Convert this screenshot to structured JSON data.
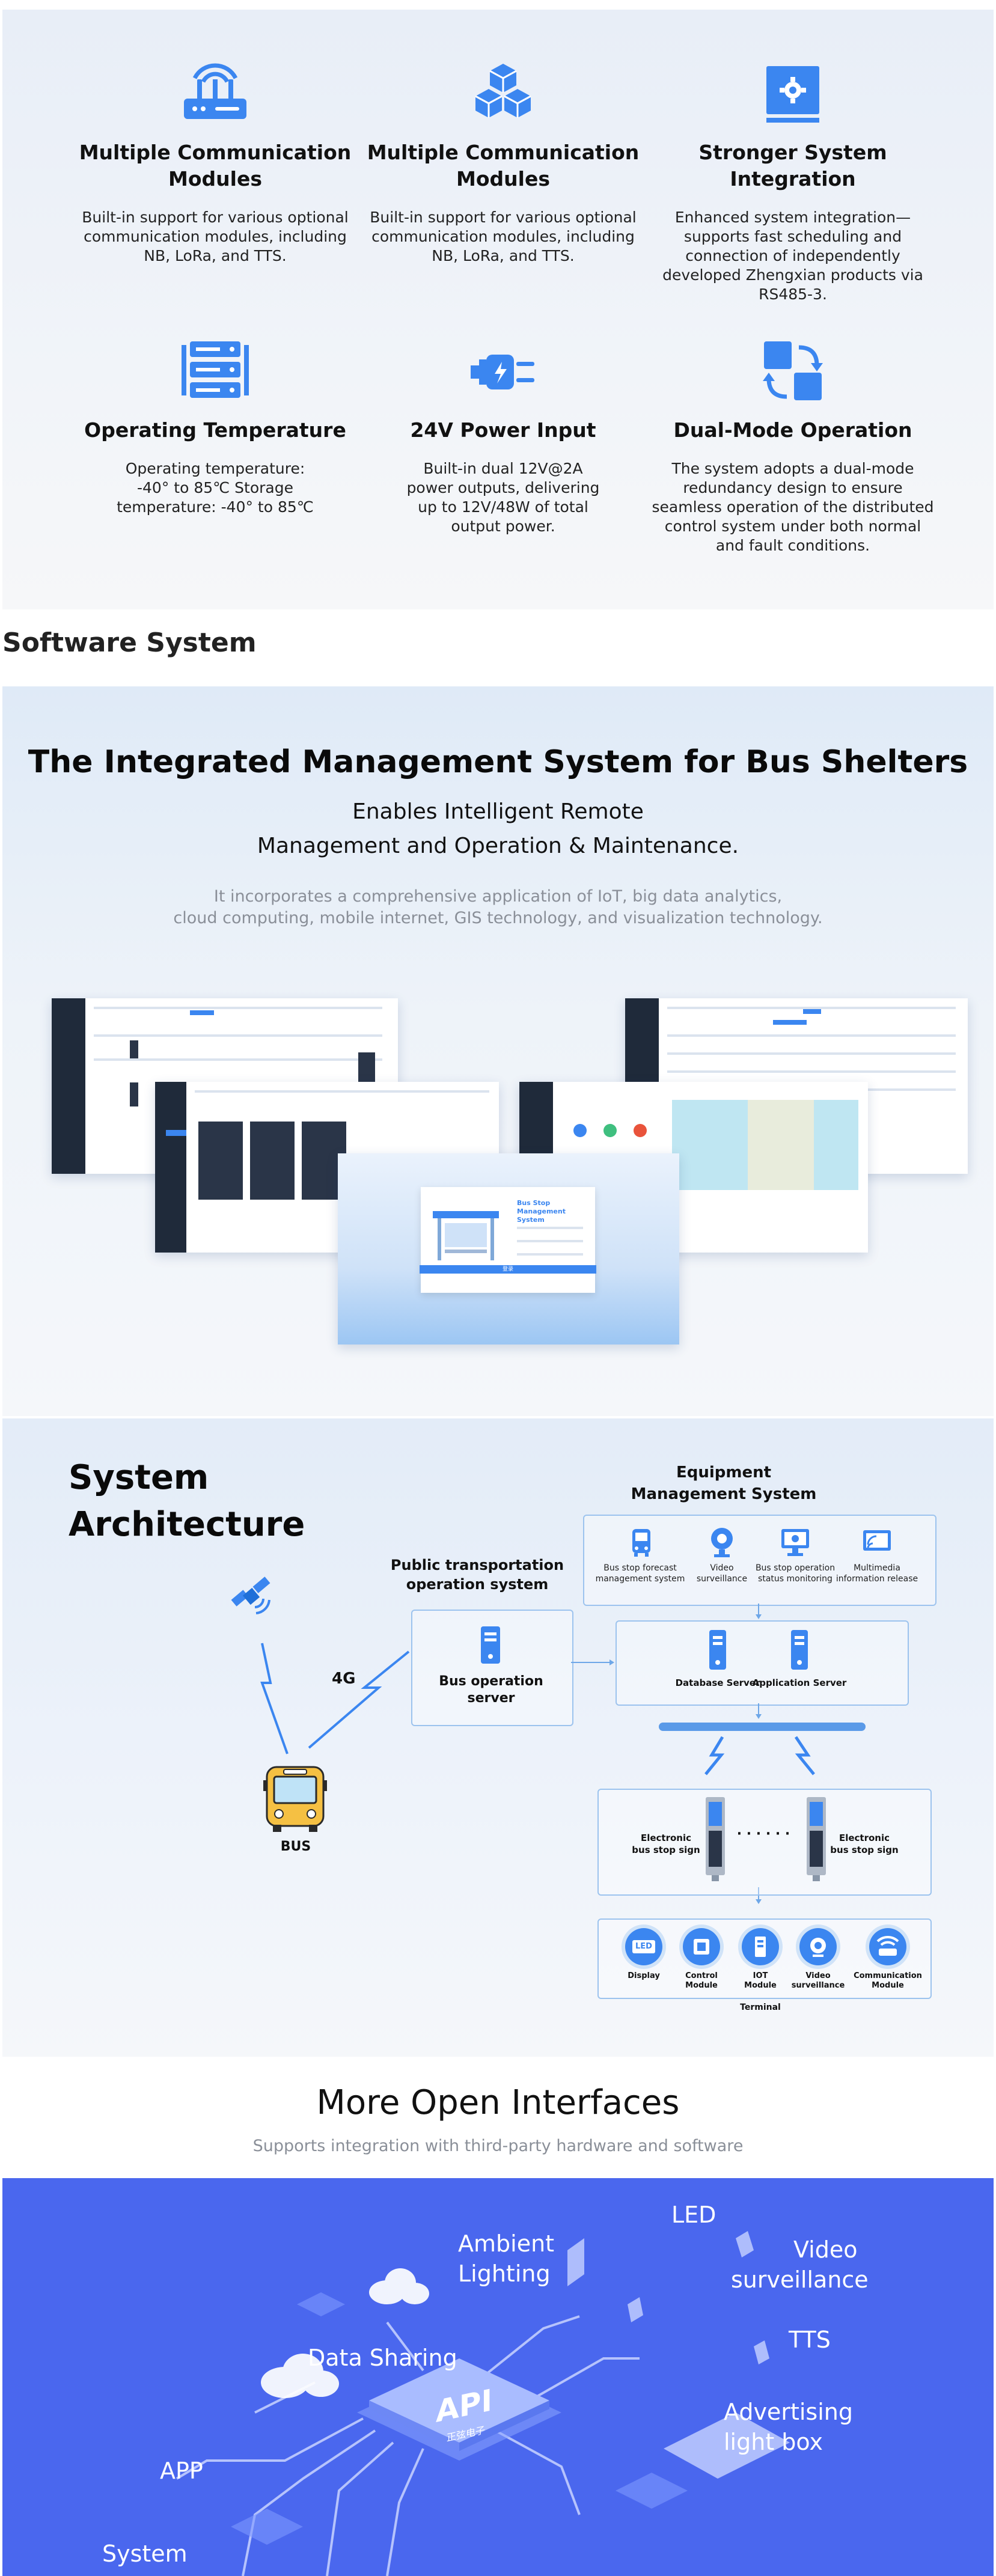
{
  "features": [
    {
      "icon": "router-icon",
      "title": "Multiple Communication Modules",
      "desc": "Built-in support for various optional communication modules, including NB, LoRa, and TTS."
    },
    {
      "icon": "cubes-icon",
      "title": "Multiple Communication Modules",
      "desc": "Built-in support for various optional communication modules, including NB, LoRa, and TTS."
    },
    {
      "icon": "settings-window-icon",
      "title": "Stronger System Integration",
      "desc": "Enhanced system integration—supports fast scheduling and connection of independently developed Zhengxian products via RS485-3."
    },
    {
      "icon": "server-rack-icon",
      "title": "Operating Temperature",
      "desc": "Operating temperature: -40° to 85℃ Storage temperature: -40° to 85℃"
    },
    {
      "icon": "power-plug-icon",
      "title": "24V Power Input",
      "desc": "Built-in dual 12V@2A power outputs, delivering up to 12V/48W of total output power."
    },
    {
      "icon": "switch-mode-icon",
      "title": "Dual-Mode Operation",
      "desc": "The system adopts a dual-mode redundancy design to ensure seamless operation of the distributed control system under both normal and fault conditions."
    }
  ],
  "software_heading": "Software System",
  "management": {
    "title": "The Integrated Management System for Bus Shelters",
    "subtitle_line1": "Enables Intelligent Remote",
    "subtitle_line2": "Management and Operation & Maintenance.",
    "desc_line1": "It incorporates a comprehensive application of IoT, big data analytics,",
    "desc_line2": "cloud computing, mobile internet, GIS technology, and visualization technology.",
    "login_title_line1": "Bus Stop",
    "login_title_line2": "Management System",
    "login_button": "登录"
  },
  "architecture": {
    "title_line1": "System",
    "title_line2": "Architecture",
    "equipment_title_line1": "Equipment",
    "equipment_title_line2": "Management System",
    "equipment_items": [
      {
        "icon": "bus-icon",
        "line1": "Bus stop forecast",
        "line2": "management system"
      },
      {
        "icon": "camera-icon",
        "line1": "Video",
        "line2": "surveillance"
      },
      {
        "icon": "monitor-status-icon",
        "line1": "Bus stop operation",
        "line2": "status monitoring"
      },
      {
        "icon": "cast-icon",
        "line1": "Multimedia",
        "line2": "information release"
      }
    ],
    "public_title_line1": "Public transportation",
    "public_title_line2": "operation system",
    "bus_server_line1": "Bus operation",
    "bus_server_line2": "server",
    "database_server": "Database Server",
    "application_server": "Application Server",
    "label_4g": "4G",
    "bus_label": "BUS",
    "sign_label_line1": "Electronic",
    "sign_label_line2": "bus stop sign",
    "dots": "· · · · · ·",
    "terminal_items": [
      {
        "icon": "led-icon",
        "text": "LED",
        "line1": "Display",
        "line2": ""
      },
      {
        "icon": "control-module-icon",
        "text": "",
        "line1": "Control",
        "line2": "Module"
      },
      {
        "icon": "iot-module-icon",
        "text": "",
        "line1": "IOT",
        "line2": "Module"
      },
      {
        "icon": "camera-icon",
        "text": "",
        "line1": "Video",
        "line2": "surveillance"
      },
      {
        "icon": "wifi-icon",
        "text": "",
        "line1": "Communication",
        "line2": "Module"
      }
    ],
    "terminal_label": "Terminal"
  },
  "interfaces": {
    "title": "More Open Interfaces",
    "subtitle": "Supports integration with third-party hardware and software",
    "labels": {
      "ambient_line1": "Ambient",
      "ambient_line2": "Lighting",
      "led": "LED",
      "video_line1": "Video",
      "video_line2": "surveillance",
      "tts": "TTS",
      "data_sharing": "Data Sharing",
      "advertising_line1": "Advertising",
      "advertising_line2": "light box",
      "app": "APP",
      "system": "System",
      "api": "API",
      "chip_sub": "正弦电子"
    }
  },
  "colors": {
    "accent": "#3b86f0",
    "interfaces_bg": "#4a67ee"
  }
}
